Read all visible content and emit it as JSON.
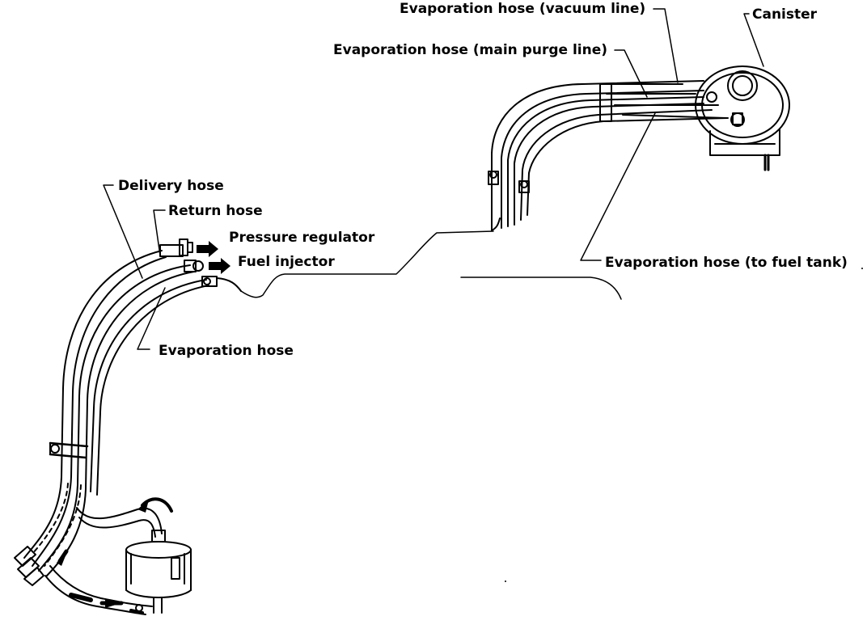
{
  "labels": {
    "vacuum_line": "Evaporation hose (vacuum line)",
    "canister": "Canister",
    "main_purge_line": "Evaporation hose (main purge line)",
    "delivery_hose": "Delivery hose",
    "return_hose": "Return hose",
    "pressure_regulator": "Pressure regulator",
    "fuel_injector": "Fuel injector",
    "to_fuel_tank": "Evaporation hose (to fuel tank)",
    "evaporation_hose": "Evaporation hose"
  },
  "colors": {
    "ink": "#000000",
    "background": "#ffffff"
  }
}
